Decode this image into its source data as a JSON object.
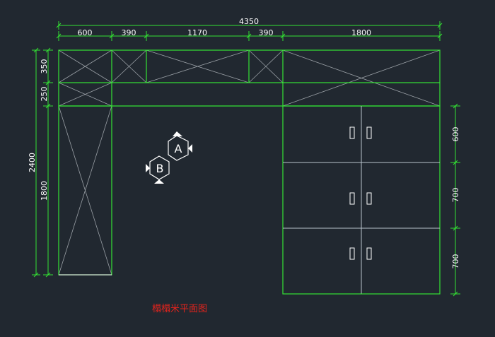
{
  "drawing": {
    "title": "榻榻米平面图",
    "colors": {
      "background": "#212830",
      "outline": "#33e233",
      "cross": "#9aa0a6",
      "dimension": "#33e233",
      "dim_text": "#ffffff",
      "title": "#e5231c",
      "handle": "#ffffff"
    },
    "dims_top": {
      "total": "4350",
      "segments": [
        "600",
        "390",
        "1170",
        "390",
        "1800"
      ]
    },
    "dims_left": {
      "total": "2400",
      "segments": [
        "350",
        "250",
        "1800"
      ]
    },
    "dims_right": {
      "segments": [
        "600",
        "700",
        "700"
      ]
    },
    "view_tags": [
      "A",
      "B"
    ]
  }
}
